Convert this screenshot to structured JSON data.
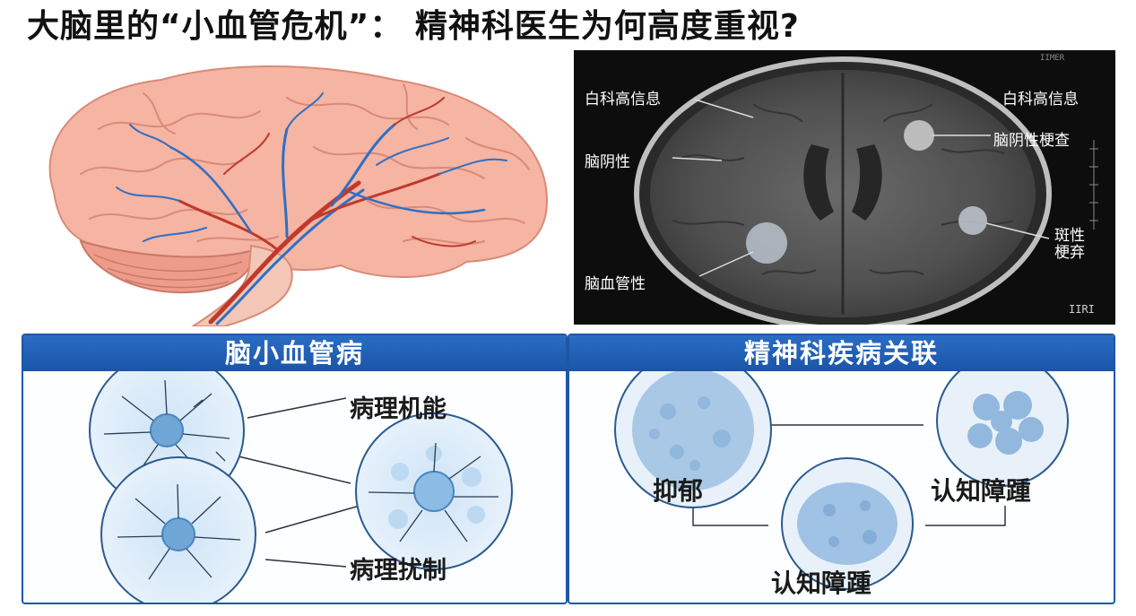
{
  "title": "大脑里的“小血管危机”： 精神科医生为何高度重视?",
  "mri": {
    "labels": {
      "top_left": "白科高信息",
      "top_right": "白科高信息",
      "mid_left": "脑阴性",
      "mid_right": "脑阴性梗查",
      "right_lower": "斑性\n梗弃",
      "bottom_left": "脑血管性"
    },
    "corner_text": {
      "top_right": "IIMER",
      "bottom_right": "IIRI"
    }
  },
  "left_panel": {
    "header": "脑小血管病",
    "labels": {
      "top": "病理机能",
      "bottom": "病理扰制"
    }
  },
  "right_panel": {
    "header": "精神科疾病关联",
    "labels": {
      "left": "抑郁",
      "right": "认知障踵",
      "bottom": "认知障踵"
    }
  },
  "colors": {
    "brain": "#f6b4a2",
    "artery": "#c0392b",
    "vein": "#2f6fc4",
    "header": "#1c57a8"
  }
}
